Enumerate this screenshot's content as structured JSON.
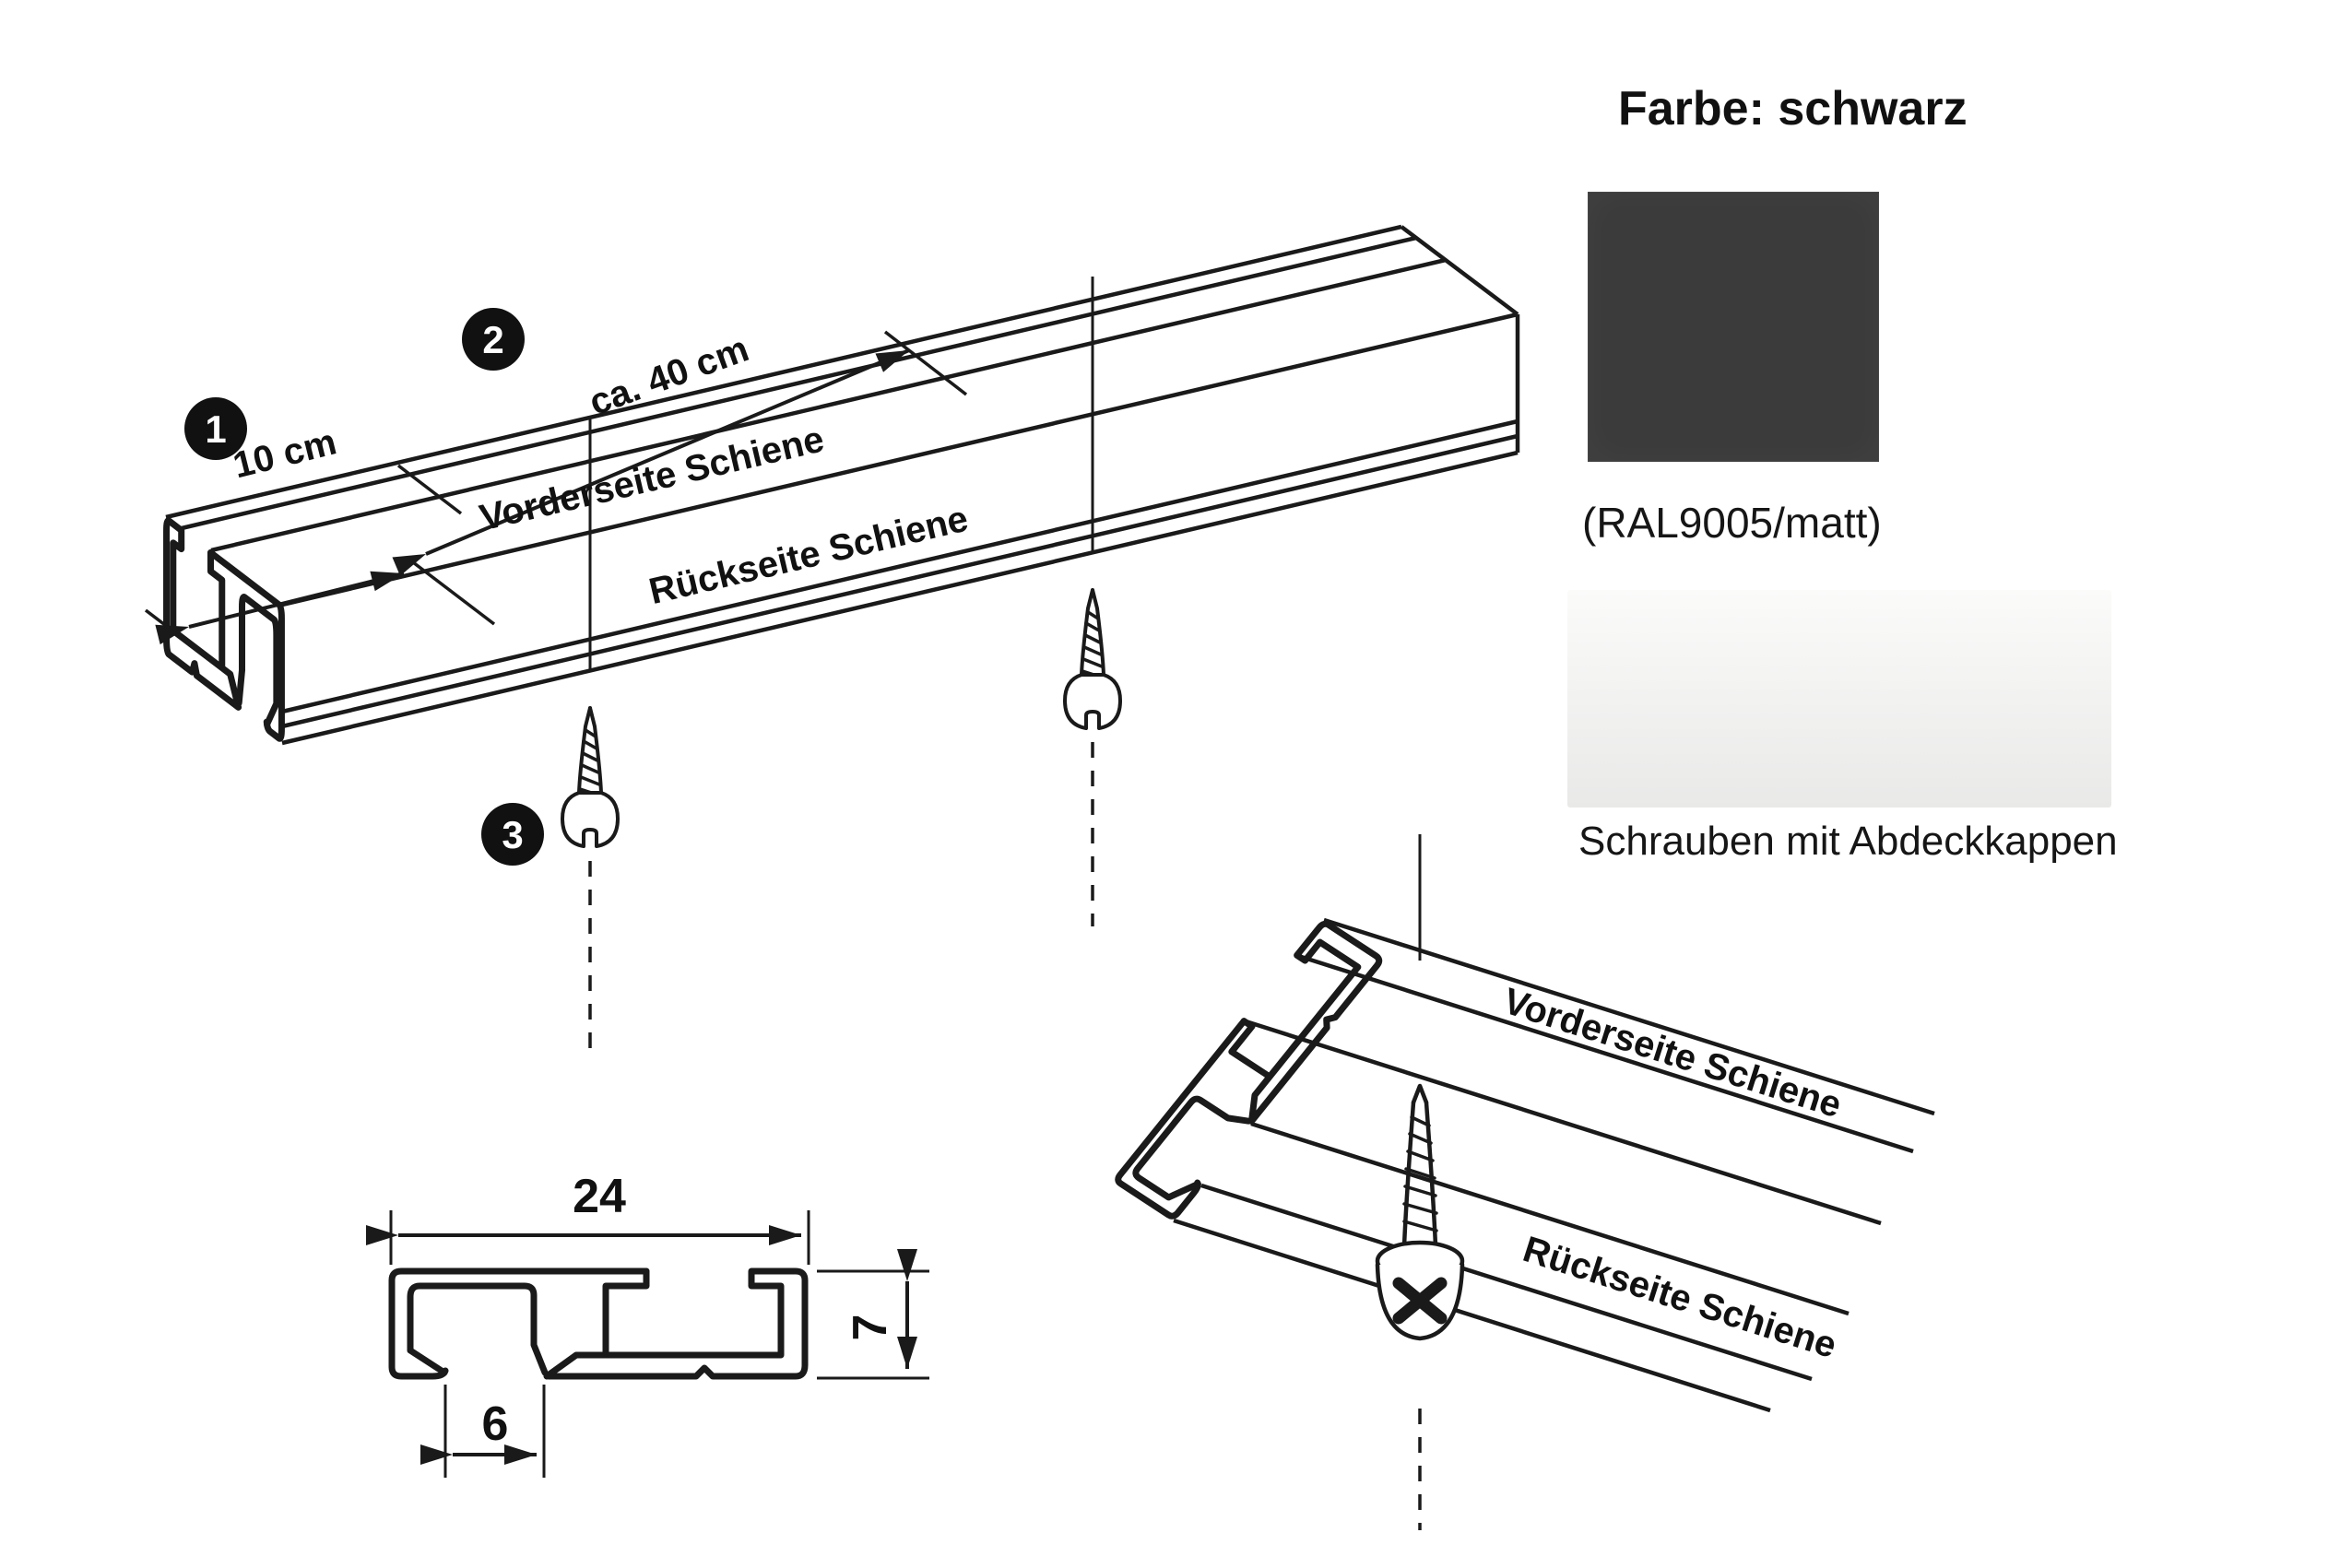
{
  "colors": {
    "line": "#1a1a1a",
    "swatch": "#3b3b3b",
    "badge_bg": "#111111",
    "photo_bg": "#f3f3f2"
  },
  "main_view": {
    "badge_1": "1",
    "badge_2": "2",
    "badge_3": "3",
    "dim_offset": "10 cm",
    "dim_spacing": "ca. 40 cm",
    "label_front": "Vorderseite Schiene",
    "label_back": "Rückseite Schiene"
  },
  "detail_view": {
    "label_front": "Vorderseite Schiene",
    "label_back": "Rückseite Schiene"
  },
  "cross_section": {
    "dim_width": "24",
    "dim_height": "7",
    "dim_slot": "6"
  },
  "color_panel": {
    "title": "Farbe: schwarz",
    "subtitle": "(RAL9005/matt)"
  },
  "hardware_panel": {
    "caption": "Schrauben mit Abdeckkappen"
  }
}
